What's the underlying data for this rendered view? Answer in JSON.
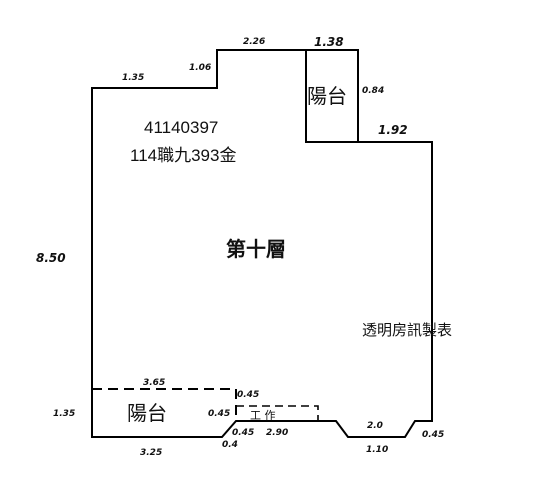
{
  "plan": {
    "floor_label": "第十層",
    "case_id": "41140397",
    "case_code": "114職九393金",
    "credit": "透明房訊製表",
    "rooms": {
      "balcony_top": "陽台",
      "balcony_bottom": "陽台",
      "small_room": "工 作"
    },
    "dimensions": {
      "top_left": "1.35",
      "step_vertical": "1.06",
      "top_middle": "2.26",
      "top_right": "1.38",
      "balcony_top_side": "0.84",
      "right_upper": "1.92",
      "left_height": "8.50",
      "balcony_bottom_top": "3.65",
      "left_lower": "1.35",
      "bottom_left": "3.25",
      "notch_top": "0.45",
      "notch_side": "0.45",
      "notch_bottom_a": "0.45",
      "notch_bottom_b": "2.90",
      "notch_small": "0.4",
      "bay_top": "2.0",
      "bay_bottom": "1.10",
      "bay_right": "0.45"
    }
  }
}
